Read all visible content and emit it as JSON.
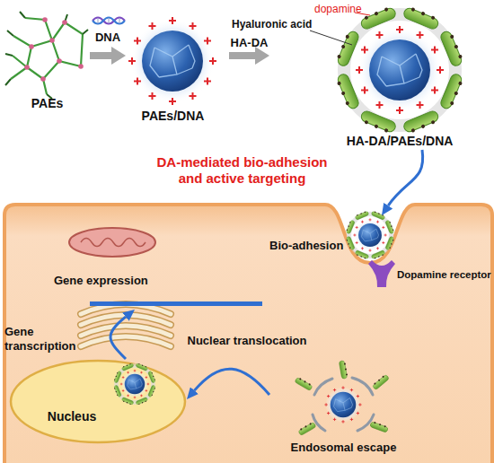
{
  "diagram": {
    "nodes": [
      {
        "text": [
          "PAEs"
        ]
      },
      {
        "text": [
          "PAEs/DNA"
        ]
      },
      {
        "text": [
          "HA-DA/PAEs/DNA"
        ]
      },
      {
        "text": [
          "Bio-adhesion"
        ]
      },
      {
        "text": [
          "Endosomal escape"
        ]
      },
      {
        "text": [
          "Nucleus"
        ]
      },
      {
        "text": [
          "Gene expression"
        ]
      }
    ],
    "edges": [
      {
        "from": 0,
        "to": 1,
        "label": "DNA",
        "arrow": "to"
      },
      {
        "from": 1,
        "to": 2,
        "label": "HA-DA",
        "arrow": "to"
      },
      {
        "from": 2,
        "to": 3,
        "label": "DA-mediated bio-adhesion and active targeting",
        "arrow": "to"
      },
      {
        "from": 4,
        "to": 5,
        "label": "Nuclear translocation",
        "arrow": "to"
      },
      {
        "from": 5,
        "to": 6,
        "label": "Gene transcription",
        "arrow": "to"
      }
    ],
    "labels": [
      "Hyaluronic acid",
      "dopamine",
      "Dopamine receptor"
    ]
  }
}
